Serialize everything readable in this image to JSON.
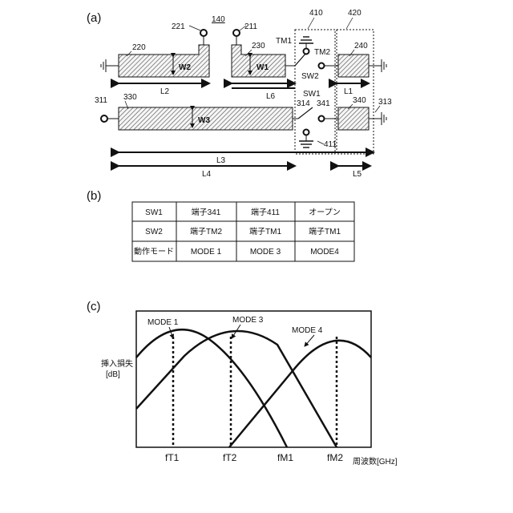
{
  "panel_a": {
    "label": "(a)",
    "ref_140": "140",
    "ref_221": "221",
    "ref_211": "211",
    "ref_220": "220",
    "ref_230": "230",
    "ref_410": "410",
    "ref_420": "420",
    "ref_240": "240",
    "ref_tm1": "TM1",
    "ref_tm2": "TM2",
    "ref_sw2": "SW2",
    "ref_sw1": "SW1",
    "ref_w2": "W2",
    "ref_w1": "W1",
    "ref_w3": "W3",
    "ref_l2": "L2",
    "ref_l6": "L6",
    "ref_l1": "L1",
    "ref_311": "311",
    "ref_330": "330",
    "ref_314": "314",
    "ref_341": "341",
    "ref_340": "340",
    "ref_313": "313",
    "ref_411": "411",
    "ref_l3": "L3",
    "ref_l4": "L4",
    "ref_l5": "L5"
  },
  "panel_b": {
    "label": "(b)",
    "rows": [
      [
        "SW1",
        "端子341",
        "端子411",
        "オープン"
      ],
      [
        "SW2",
        "端子TM2",
        "端子TM1",
        "端子TM1"
      ],
      [
        "動作モード",
        "MODE 1",
        "MODE 3",
        "MODE4"
      ]
    ]
  },
  "panel_c": {
    "label": "(c)",
    "y_label_line1": "挿入損失",
    "y_label_line2": "[dB]",
    "x_label": "周波数[GHz]",
    "ticks": [
      "fT1",
      "fT2",
      "fM1",
      "fM2"
    ],
    "mode_labels": [
      "MODE 1",
      "MODE 3",
      "MODE 4"
    ]
  }
}
